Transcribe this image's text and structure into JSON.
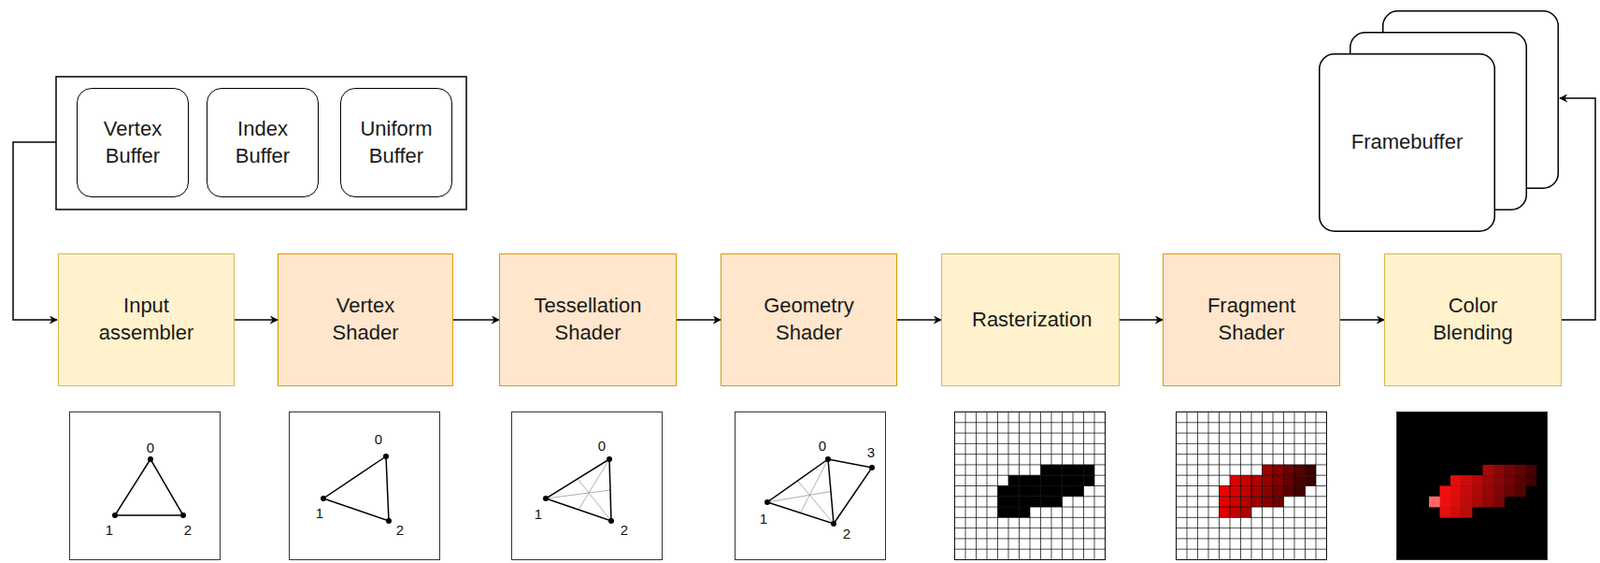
{
  "diagram": {
    "nodes": [
      {
        "text": [
          "Vertex Buffer"
        ]
      },
      {
        "text": [
          "Index Buffer"
        ]
      },
      {
        "text": [
          "Uniform Buffer"
        ]
      },
      {
        "text": [
          "Framebuffer"
        ]
      },
      {
        "text": [
          "Input assembler"
        ]
      },
      {
        "text": [
          "Vertex Shader"
        ]
      },
      {
        "text": [
          "Tessellation Shader"
        ]
      },
      {
        "text": [
          "Geometry Shader"
        ]
      },
      {
        "text": [
          "Rasterization"
        ]
      },
      {
        "text": [
          "Fragment Shader"
        ]
      },
      {
        "text": [
          "Color Blending"
        ]
      }
    ],
    "edges": [
      {
        "from": 4,
        "to": 5,
        "arrow": "to"
      },
      {
        "from": 5,
        "to": 6,
        "arrow": "to"
      },
      {
        "from": 6,
        "to": 7,
        "arrow": "to"
      },
      {
        "from": 7,
        "to": 8,
        "arrow": "to"
      },
      {
        "from": 8,
        "to": 9,
        "arrow": "to"
      },
      {
        "from": 9,
        "to": 10,
        "arrow": "to"
      },
      {
        "from": 10,
        "to": 3,
        "arrow": "to"
      }
    ],
    "labels": [
      "0",
      "1",
      "2",
      "0",
      "1",
      "2",
      "0",
      "1",
      "2",
      "0",
      "3",
      "1",
      "2"
    ]
  }
}
